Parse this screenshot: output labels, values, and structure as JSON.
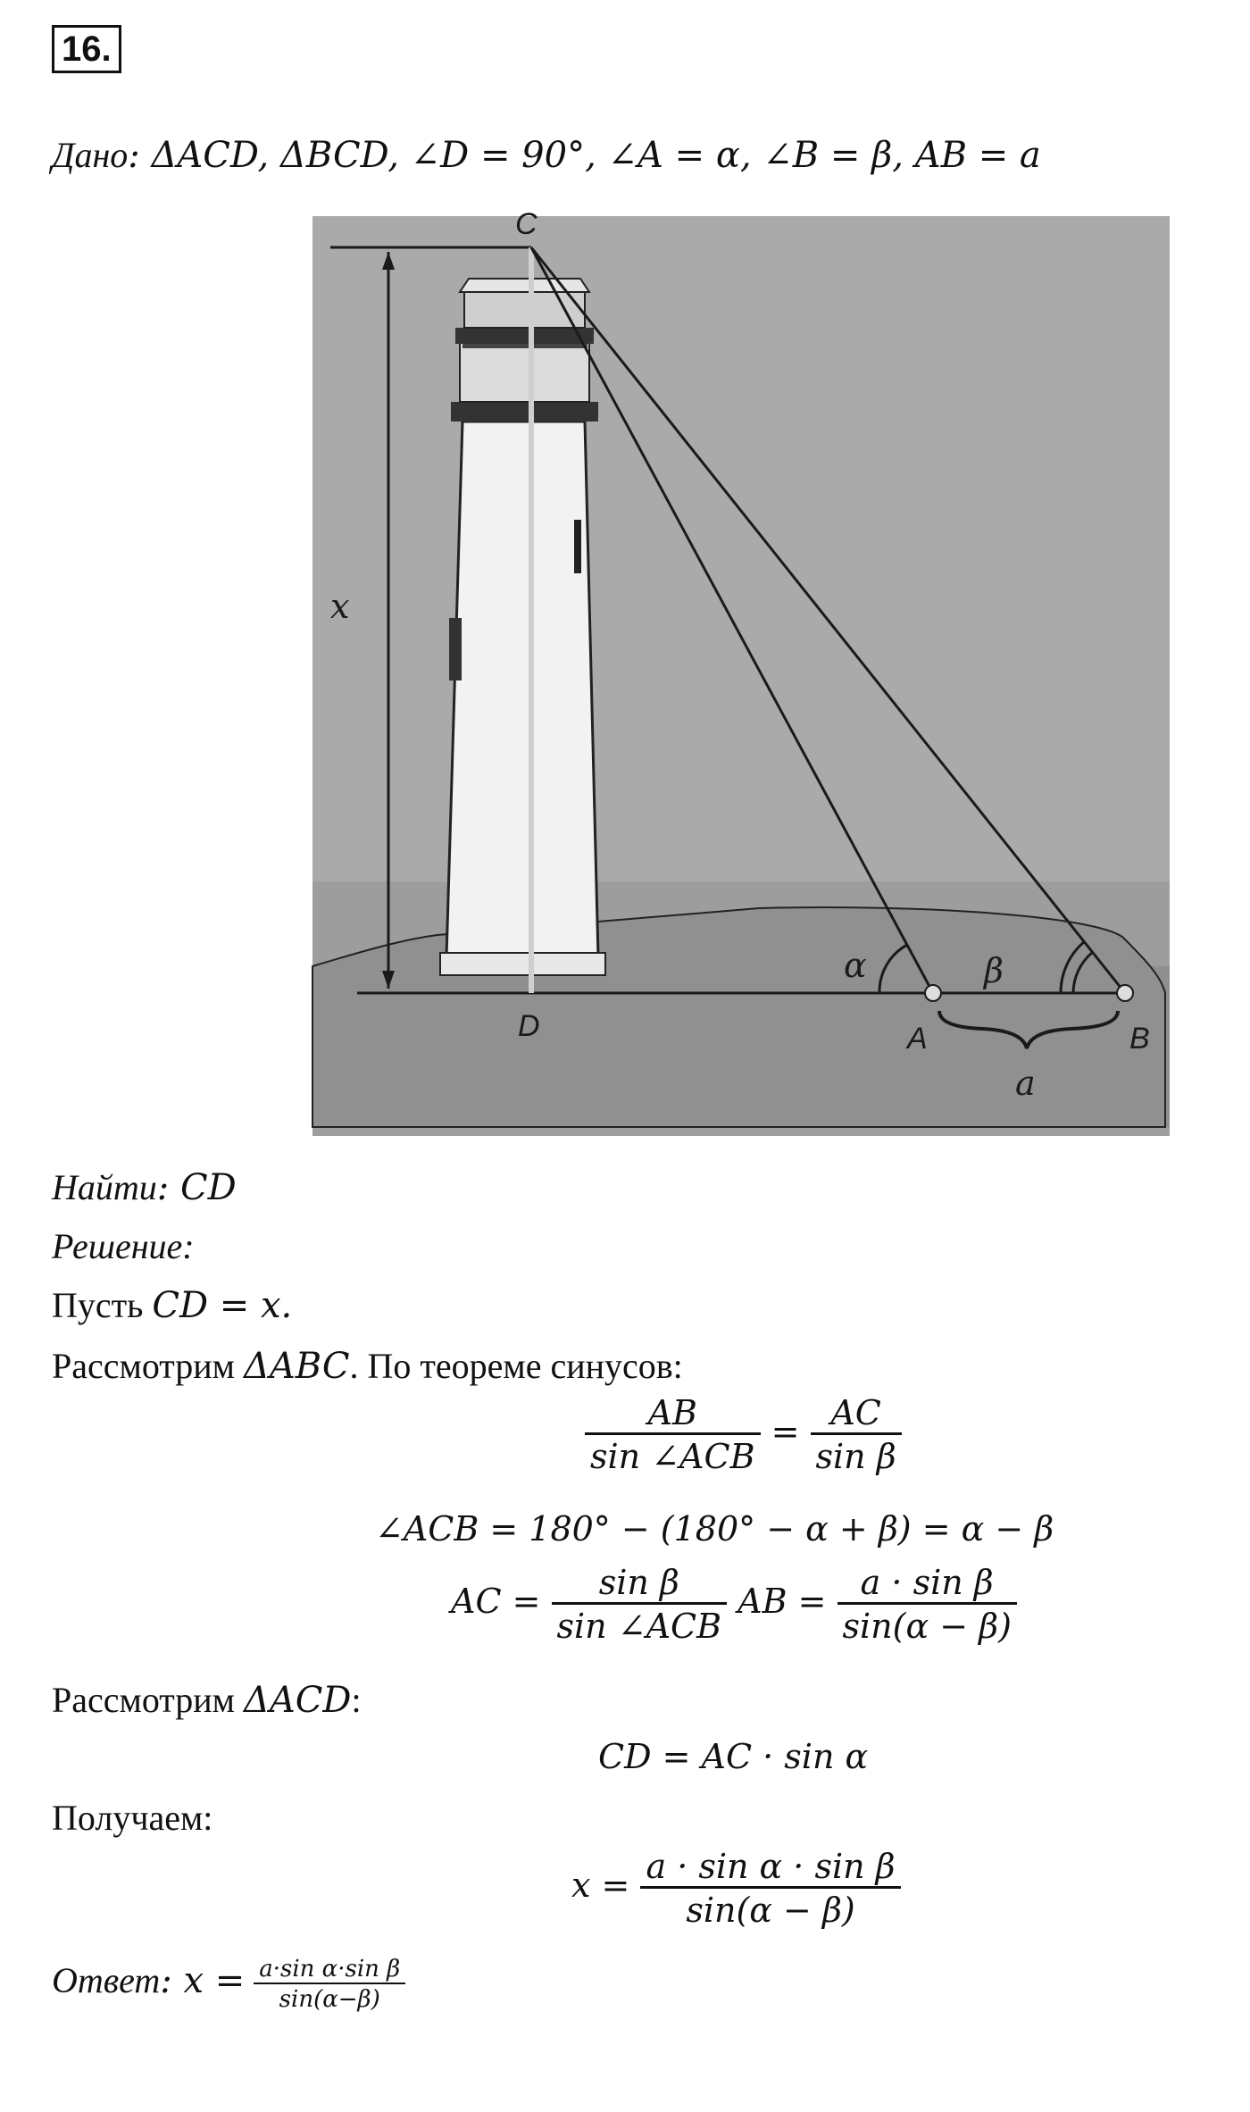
{
  "problem_number": "16.",
  "given": {
    "label": "Дано",
    "text": ": ΔACD, ΔBCD, ∠D = 90°, ∠A = α, ∠B = β, AB = a"
  },
  "figure": {
    "labels": {
      "C": "C",
      "D": "D",
      "A": "A",
      "B": "B",
      "x": "x",
      "alpha": "α",
      "beta": "β",
      "a": "a"
    },
    "colors": {
      "sky": "#aaaaaa",
      "sea": "#9d9d9d",
      "tower": "#f2f2f2",
      "lines": "#1a1a1a"
    }
  },
  "find": {
    "label": "Найти",
    "text": ": CD"
  },
  "solution_label": "Решение:",
  "let_prefix": "Пусть ",
  "let_expr": "CD = x.",
  "consider_abc": {
    "prefix": "Рассмотрим ",
    "triangle": "ΔABC",
    "suffix": ". По теореме синусов:"
  },
  "eq1": {
    "lnum": "AB",
    "lden": "sin ∠ACB",
    "eqsign": "=",
    "rnum": "AC",
    "rden": "sin β"
  },
  "eq2": "∠ACB = 180° − (180° − α + β) = α − β",
  "eq3": {
    "lhs": "AC =",
    "f1num": "sin β",
    "f1den": "sin ∠ACB",
    "mid": "AB =",
    "f2num": "a · sin β",
    "f2den": "sin(α − β)"
  },
  "consider_acd": {
    "prefix": "Рассмотрим ",
    "triangle": "ΔACD",
    "suffix": ":"
  },
  "eq4": "CD = AC · sin α",
  "obtain": "Получаем:",
  "eq5": {
    "lhs": "x =",
    "num": "a · sin α · sin β",
    "den": "sin(α − β)"
  },
  "answer": {
    "label": "Ответ",
    "lhs": ": x =",
    "num": "a·sin α·sin β",
    "den": "sin(α−β)"
  }
}
